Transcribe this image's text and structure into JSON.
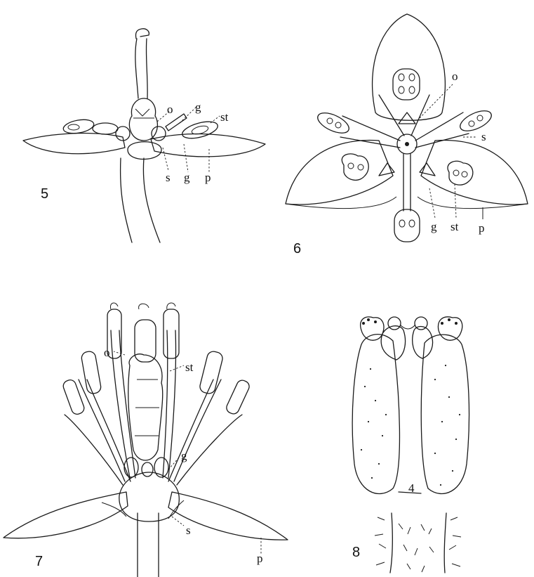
{
  "figures": [
    {
      "number": "5",
      "labels": {
        "o": "o",
        "g": "g",
        "st": "st",
        "s": "s",
        "g2": "g",
        "p": "p"
      }
    },
    {
      "number": "6",
      "labels": {
        "o": "o",
        "s": "s",
        "g": "g",
        "st": "st",
        "p": "p"
      }
    },
    {
      "number": "7",
      "labels": {
        "o": "o",
        "st": "st",
        "g": "g",
        "s": "s",
        "p": "p"
      }
    },
    {
      "number": "8",
      "labels": {
        "marker": "4"
      }
    }
  ]
}
